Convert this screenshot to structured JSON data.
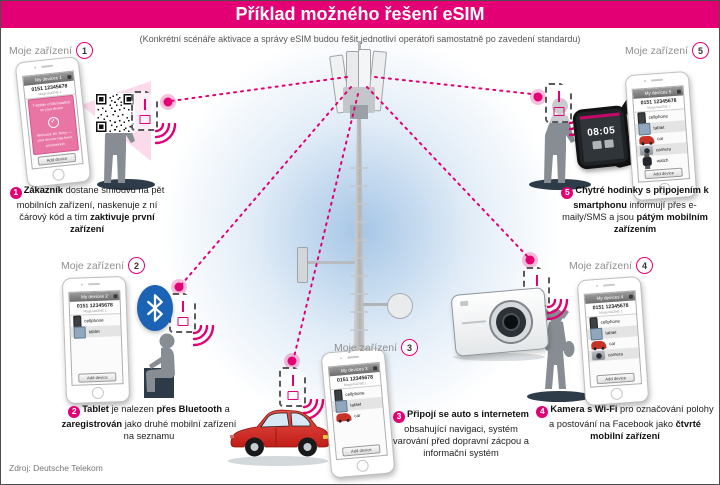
{
  "title": "Příklad možného řešení eSIM",
  "subtitle": "(Konkrétní scénáře aktivace a správy eSIM budou řešit jednotliví operátoři samostatně po zavedení standardu)",
  "source": "Zdroj: Deutsche Telekom",
  "brand_color": "#E20074",
  "bluetooth_color": "#1b63b5",
  "device_panel_label": "Moje zařízení",
  "phone_ui": {
    "number": "0151 12345678",
    "plan": "MagentaONE L",
    "add_button": "Add device",
    "popup": {
      "line1": "T-Mobile eSIM installed on your device",
      "check": "✓",
      "line2": "Welcome Mr. Novy — your service has been provisioned"
    }
  },
  "device_types": {
    "cellphone": "cellphone",
    "tablet": "tablet",
    "car": "car",
    "camera": "camera",
    "watch": "watch"
  },
  "watch": {
    "time": "08:05"
  },
  "phones": [
    {
      "n": "1",
      "header": "My devices 1",
      "devices": []
    },
    {
      "n": "2",
      "header": "My devices 2",
      "devices": [
        "cellphone",
        "tablet"
      ]
    },
    {
      "n": "3",
      "header": "My devices 3",
      "devices": [
        "cellphone",
        "tablet",
        "car"
      ]
    },
    {
      "n": "4",
      "header": "My devices 4",
      "devices": [
        "cellphone",
        "tablet",
        "car",
        "camera"
      ]
    },
    {
      "n": "5",
      "header": "My devices 5",
      "devices": [
        "cellphone",
        "tablet",
        "car",
        "camera",
        "watch"
      ]
    }
  ],
  "steps": [
    {
      "num": "1",
      "segments": [
        {
          "t": "Zákazník ",
          "b": 1
        },
        {
          "t": "dostane smlouvu na pět mobilních zařízení, naskenuje z ní čárový kód a tím ",
          "b": 0
        },
        {
          "t": "zaktivuje první zařízení",
          "b": 1
        }
      ]
    },
    {
      "num": "2",
      "segments": [
        {
          "t": "Tablet ",
          "b": 1
        },
        {
          "t": "je nalezen ",
          "b": 0
        },
        {
          "t": "přes Bluetooth ",
          "b": 1
        },
        {
          "t": "a ",
          "b": 0
        },
        {
          "t": "zaregistrován ",
          "b": 1
        },
        {
          "t": "jako druhé mobilní zařízení na seznamu",
          "b": 0
        }
      ]
    },
    {
      "num": "3",
      "segments": [
        {
          "t": "Připojí se auto s internetem ",
          "b": 1
        },
        {
          "t": "obsahující navigaci, systém varování před dopravní zácpou a informační systém",
          "b": 0
        }
      ]
    },
    {
      "num": "4",
      "segments": [
        {
          "t": "Kamera s Wi-Fi ",
          "b": 1
        },
        {
          "t": "pro označování polohy a postování na Facebook jako ",
          "b": 0
        },
        {
          "t": "čtvrté mobilní zařízení",
          "b": 1
        }
      ]
    },
    {
      "num": "5",
      "segments": [
        {
          "t": "Chytré hodinky s připojením k smartphonu ",
          "b": 1
        },
        {
          "t": "informují přes e-maily/SMS a jsou ",
          "b": 0
        },
        {
          "t": "pátým mobilním zařízením",
          "b": 1
        }
      ]
    }
  ]
}
